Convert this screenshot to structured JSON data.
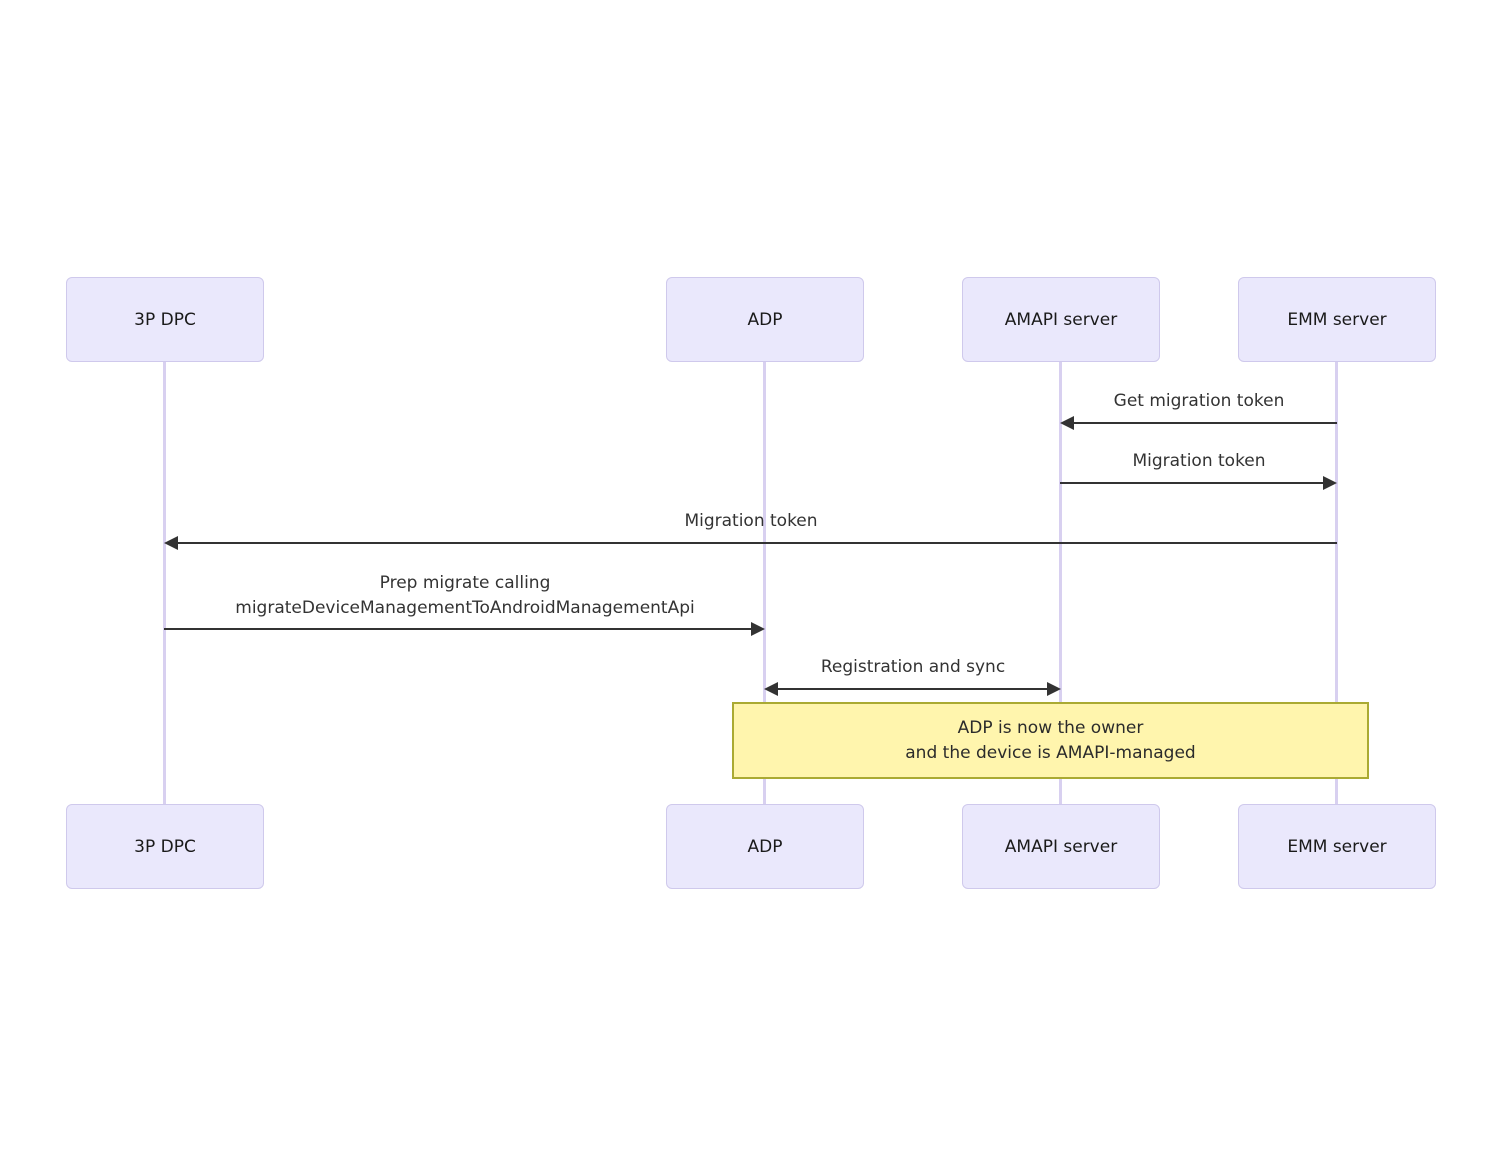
{
  "diagram": {
    "kind": "sequence-diagram",
    "actors": [
      {
        "label": "3P DPC"
      },
      {
        "label": "ADP"
      },
      {
        "label": "AMAPI server"
      },
      {
        "label": "EMM server"
      }
    ],
    "messages": [
      {
        "text": "Get migration token",
        "from": "EMM server",
        "to": "AMAPI server",
        "arrow": "solid-left"
      },
      {
        "text": "Migration token",
        "from": "AMAPI server",
        "to": "EMM server",
        "arrow": "solid-right"
      },
      {
        "text": "Migration token",
        "from": "EMM server",
        "to": "3P DPC",
        "arrow": "solid-left"
      },
      {
        "lines": [
          "Prep migrate calling",
          "migrateDeviceManagementToAndroidManagementApi"
        ],
        "from": "3P DPC",
        "to": "ADP",
        "arrow": "solid-right"
      },
      {
        "text": "Registration and sync",
        "from": "ADP",
        "to": "AMAPI server",
        "arrow": "solid-both"
      }
    ],
    "note": {
      "lines": [
        "ADP is now the owner",
        "and the device is AMAPI-managed"
      ],
      "span": [
        "ADP",
        "EMM server"
      ]
    },
    "colors": {
      "actor_fill": "#EAE8FC",
      "actor_border": "#CFC9EC",
      "lifeline": "#D8D0F0",
      "arrow": "#333333",
      "message_text": "#333333",
      "note_fill": "#FFF5AD",
      "note_border": "#AAAA33"
    }
  }
}
